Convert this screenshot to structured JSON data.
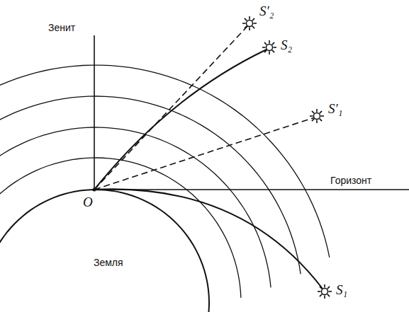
{
  "diagram": {
    "labels": [
      "Зенит",
      "S′₂",
      "S₂",
      "S′₁",
      "Горизонт",
      "O",
      "Земля",
      "S₁"
    ]
  }
}
